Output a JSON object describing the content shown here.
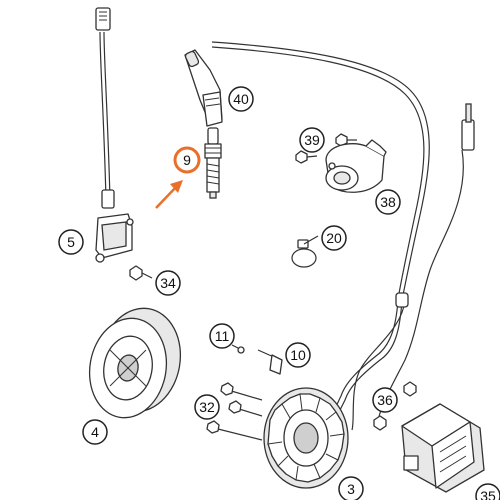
{
  "colors": {
    "highlight": "#e8702a",
    "line": "#333333",
    "background": "#ffffff"
  },
  "labels": [
    {
      "key": "p9",
      "text": "9",
      "highlighted": true
    },
    {
      "key": "p40",
      "text": "40"
    },
    {
      "key": "p39",
      "text": "39"
    },
    {
      "key": "p38",
      "text": "38"
    },
    {
      "key": "p20",
      "text": "20"
    },
    {
      "key": "p5",
      "text": "5"
    },
    {
      "key": "p34",
      "text": "34"
    },
    {
      "key": "p11",
      "text": "11"
    },
    {
      "key": "p10",
      "text": "10"
    },
    {
      "key": "p4",
      "text": "4"
    },
    {
      "key": "p32",
      "text": "32"
    },
    {
      "key": "p36",
      "text": "36"
    },
    {
      "key": "p3",
      "text": "3"
    },
    {
      "key": "p35",
      "text": "35"
    }
  ]
}
